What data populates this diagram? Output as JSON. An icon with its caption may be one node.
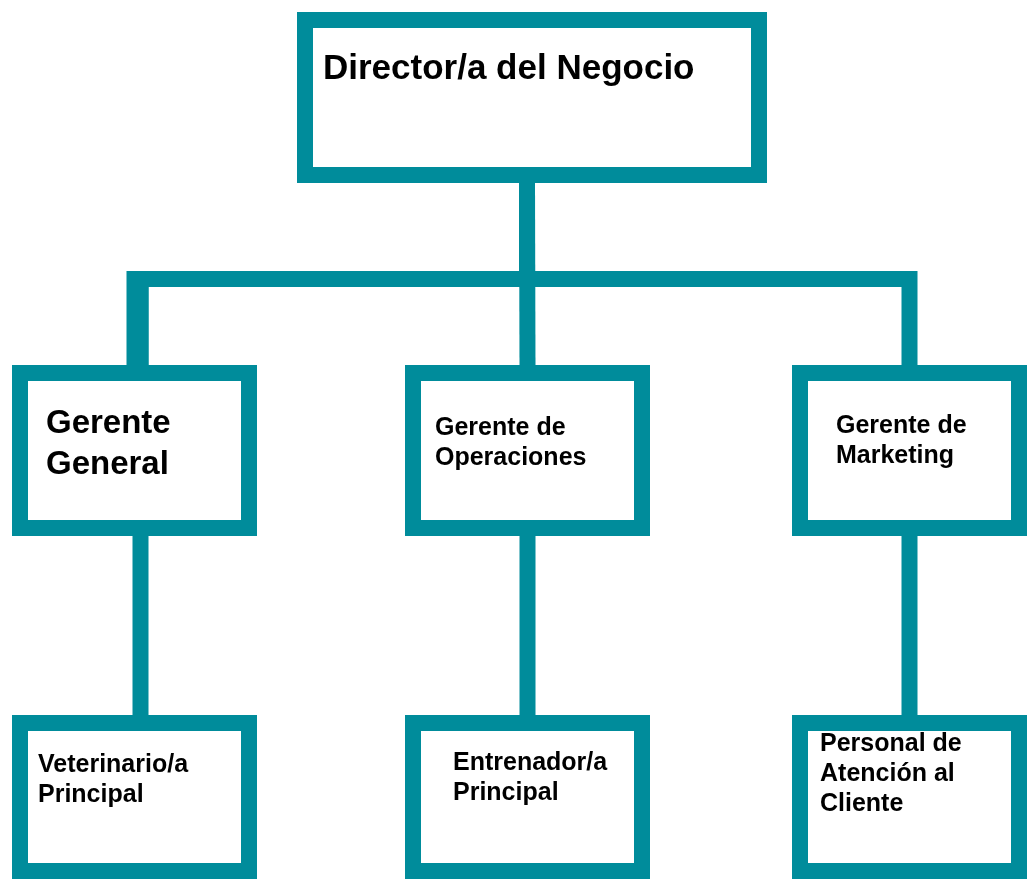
{
  "diagram": {
    "nodes": [
      {
        "text": [
          "Director/a del Negocio"
        ]
      },
      {
        "text": [
          "Gerente General"
        ]
      },
      {
        "text": [
          "Gerente de Operaciones"
        ]
      },
      {
        "text": [
          "Gerente de Marketing"
        ]
      },
      {
        "text": [
          "Veterinario/a Principal"
        ]
      },
      {
        "text": [
          "Entrenador/a Principal"
        ]
      },
      {
        "text": [
          "Personal de Atención al Cliente"
        ]
      }
    ],
    "edges": [
      {
        "from": 0,
        "to": 1,
        "arrow": "none"
      },
      {
        "from": 0,
        "to": 2,
        "arrow": "none"
      },
      {
        "from": 0,
        "to": 3,
        "arrow": "none"
      },
      {
        "from": 1,
        "to": 4,
        "arrow": "none"
      },
      {
        "from": 2,
        "to": 5,
        "arrow": "none"
      },
      {
        "from": 3,
        "to": 6,
        "arrow": "none"
      }
    ]
  }
}
